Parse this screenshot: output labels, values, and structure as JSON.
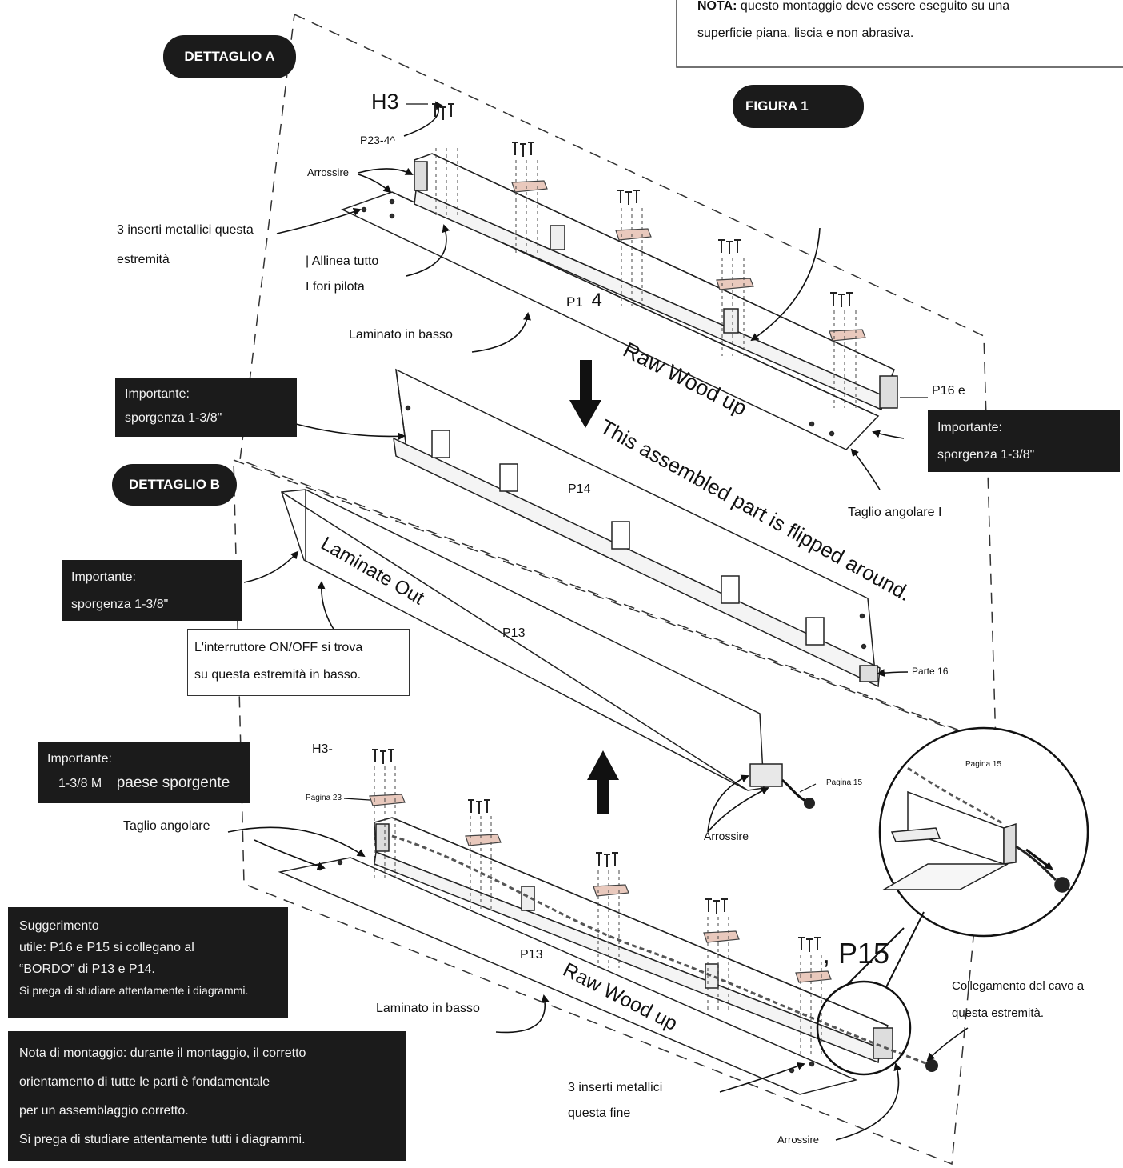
{
  "nota": {
    "label": "NOTA:",
    "line1": "questo montaggio deve essere eseguito su una",
    "line2": "superficie piana, liscia e non abrasiva."
  },
  "dettaglio_a": "DETTAGLIO A",
  "dettaglio_b": "DETTAGLIO B",
  "figura": "FIGURA 1",
  "labels": {
    "h3_top": "H3",
    "p23": "P23-4^",
    "arrossire_top": "Arrossire",
    "inserti_top_1": "3 inserti metallici questa",
    "inserti_top_2": "estremità",
    "allinea_1": "Allinea tutto",
    "allinea_2": "fori pilota",
    "p14_top_a": "P1",
    "p14_top_b": "4",
    "laminato_top": "Laminato in basso",
    "raw_wood_top": "Raw Wood up",
    "p16e": "P16 e",
    "flipped": "This assembled part is flipped around.",
    "p14_mid": "P14",
    "taglio_right": "Taglio angolare I",
    "laminate_out": "Laminate Out",
    "p13_mid": "P13",
    "parte16": "Parte 16",
    "h3_bottom": "H3-",
    "pagina23": "Pagina 23",
    "taglio_left": "Taglio angolare",
    "pagina15_small": "Pagina 15",
    "pagina15_circle": "Pagina 15",
    "arrossire_mid": "Arrossire",
    "p15": ", P15",
    "p13_bottom": "P13",
    "raw_wood_bottom": "Raw Wood up",
    "laminato_bottom": "Laminato in basso",
    "collegamento_1": "Collegamento del cavo a",
    "collegamento_2": "questa estremità.",
    "inserti_bottom_1": "3 inserti metallici",
    "inserti_bottom_2": "questa fine",
    "arrossire_bottom": "Arrossire"
  },
  "importante_a": {
    "line1": "Importante:",
    "line2": "sporgenza 1-3/8\""
  },
  "importante_right": {
    "line1": "Importante:",
    "line2": "sporgenza 1-3/8\""
  },
  "importante_b": {
    "line1": "Importante:",
    "line2": "sporgenza 1-3/8\""
  },
  "importante_c": {
    "line1": "Importante:",
    "line2": "1-3/8 M",
    "line3": "paese sporgente"
  },
  "interruttore": {
    "line1": "L'interruttore ON/OFF si trova",
    "line2": "su questa estremità in basso."
  },
  "suggerimento": {
    "line1": "Suggerimento",
    "line2": "utile: P16 e P15 si collegano al",
    "line3": "“BORDO” di P13 e P14.",
    "line4": "Si prega di studiare attentamente i diagrammi."
  },
  "nota_montaggio": {
    "line1": "Nota di montaggio: durante il montaggio, il corretto",
    "line2": "orientamento di tutte le parti è fondamentale",
    "line3": "per un assemblaggio corretto.",
    "line4": "Si prega di studiare attentamente tutti i diagrammi."
  },
  "colors": {
    "box_fill": "#1b1b1b",
    "bracket_fill": "#e9c9bd",
    "line": "#222222"
  }
}
